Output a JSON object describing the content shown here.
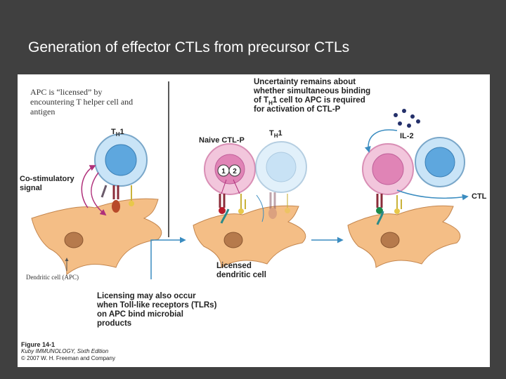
{
  "slide": {
    "title": "Generation of effector CTLs from precursor CTLs"
  },
  "figure": {
    "apc_note": "APC is “licensed” by encountering T helper cell and antigen",
    "dendritic_note": "Dendritic cell (APC)",
    "costim_line1": "Co-stimulatory",
    "costim_line2": "signal",
    "th1": "T",
    "th1_sub": "H",
    "th1_num": "1",
    "naive": "Naive CTL-P",
    "uncertainty_1": "Uncertainty remains about",
    "uncertainty_2": "whether simultaneous binding",
    "uncertainty_3a": "of T",
    "uncertainty_3b": "H",
    "uncertainty_3c": "1 cell to APC is required",
    "uncertainty_4": "for activation of CTL-P",
    "il2": "IL-2",
    "ctl": "CTL",
    "licensed_1": "Licensed",
    "licensed_2": "dendritic cell",
    "licensing_1": "Licensing may also occur",
    "licensing_2": "when Toll-like receptors (TLRs)",
    "licensing_3": "on APC bind microbial",
    "licensing_4": "products",
    "badge_1": "1",
    "badge_2": "2",
    "caption_fig": "Figure 14-1",
    "caption_book": "Kuby IMMUNOLOGY, Sixth Edition",
    "caption_copy": "© 2007 W. H. Freeman and Company"
  },
  "colors": {
    "th_cell": "#a9d4f2",
    "ctl_cell": "#e6a0c6",
    "dendritic": "#f4be86",
    "arrow": "#3a8cc0",
    "costim_arrow": "#b0307a"
  }
}
